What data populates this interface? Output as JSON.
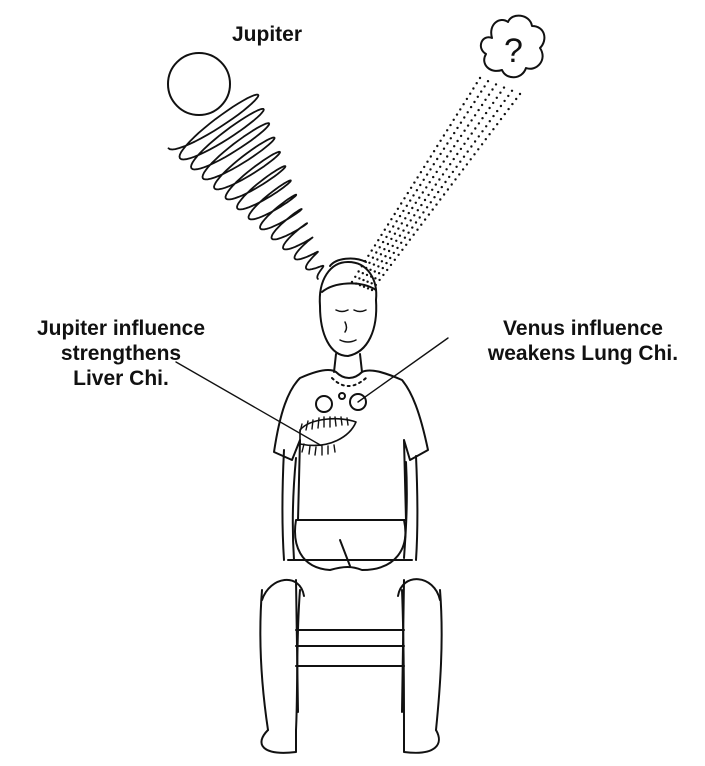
{
  "labels": {
    "jupiter": "Jupiter",
    "unknown_symbol": "?",
    "left_callout": [
      "Jupiter influence",
      "strengthens",
      "Liver Chi."
    ],
    "right_callout": [
      "Venus influence",
      "weakens Lung Chi."
    ]
  },
  "colors": {
    "ink": "#111111",
    "background": "#ffffff"
  }
}
